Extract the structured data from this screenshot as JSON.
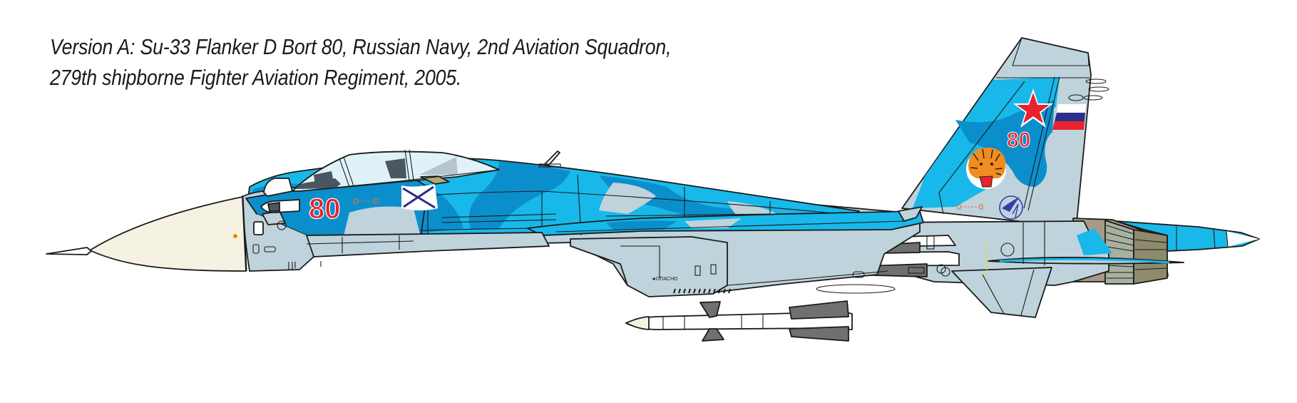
{
  "caption": {
    "line1": "Version A: Su-33 Flanker D Bort 80, Russian Navy, 2nd Aviation Squadron,",
    "line2": "279th shipborne Fighter Aviation Regiment, 2005."
  },
  "aircraft": {
    "type": "Su-33 Flanker D",
    "bort_number_nose": "80",
    "bort_number_tail": "80",
    "stencil_text": "◄ОПАСНО",
    "markings": [
      "red-star-icon",
      "russian-flag-icon",
      "st-andrews-naval-ensign-icon",
      "tiger-head-emblem-icon",
      "sukhoi-logo-icon"
    ]
  },
  "colors": {
    "light_blue": "#18b8ea",
    "mid_blue": "#0b8fcc",
    "grey_blue": "#bfd3dc",
    "radome": "#f5f2e3",
    "canopy": "#dff2fa",
    "exhaust_brown": "#a89a86",
    "exhaust_olive": "#8e8a6c",
    "exhaust_grey": "#a8b0a0",
    "missile_white": "#ffffff",
    "fin_grey": "#707070",
    "marking_red": "#e8222e",
    "flag_blue": "#2b2f8c",
    "ensign_blue": "#2c2c8a",
    "outline": "#1b1b1b"
  }
}
